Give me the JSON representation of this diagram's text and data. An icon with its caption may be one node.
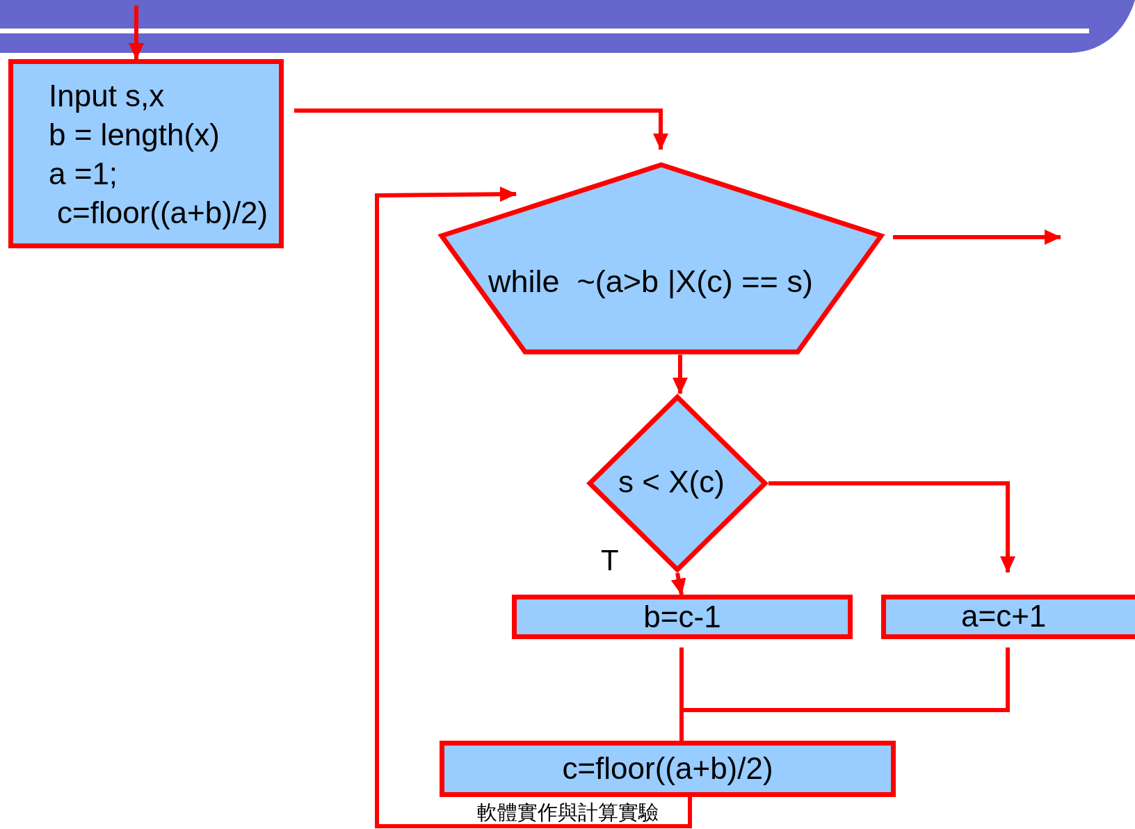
{
  "diagram": {
    "nodes": [
      {
        "text": [
          "Input s,x",
          "b = length(x)",
          "a =1;",
          "c=floor((a+b)/2)"
        ]
      },
      {
        "text": [
          "while  ~(a>b |X(c) == s)"
        ]
      },
      {
        "text": [
          "s < X(c)"
        ]
      },
      {
        "text": [
          "b=c-1"
        ]
      },
      {
        "text": [
          "a=c+1"
        ]
      },
      {
        "text": [
          "c=floor((a+b)/2)"
        ]
      }
    ],
    "edges": [
      {
        "from": null,
        "to": 0,
        "arrow": "to"
      },
      {
        "from": 0,
        "to": 1,
        "arrow": "to"
      },
      {
        "from": 1,
        "to": null,
        "arrow": "to"
      },
      {
        "from": 1,
        "to": 2,
        "arrow": "to"
      },
      {
        "from": 2,
        "to": 3,
        "arrow": "to",
        "label": "T"
      },
      {
        "from": 2,
        "to": 4,
        "arrow": "to"
      },
      {
        "from": 3,
        "to": 5,
        "arrow": "none"
      },
      {
        "from": 4,
        "to": 5,
        "arrow": "none"
      },
      {
        "from": 5,
        "to": 1,
        "arrow": "to"
      }
    ],
    "labels": [
      "軟體實作與計算實驗"
    ]
  }
}
